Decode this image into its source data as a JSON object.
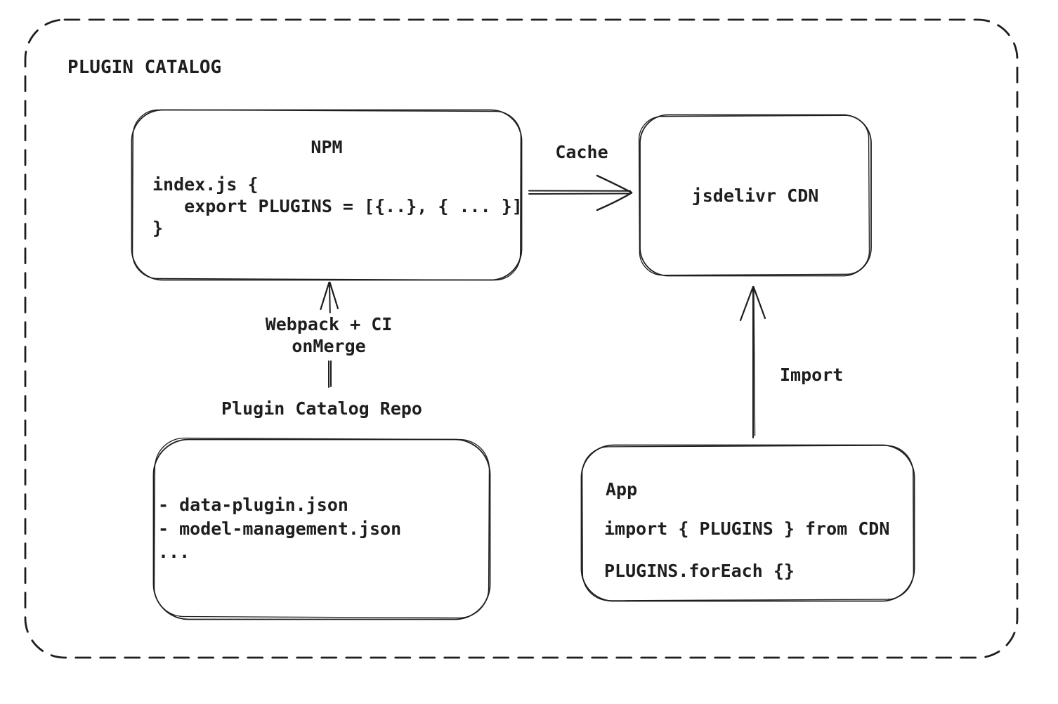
{
  "frame": {
    "title": "PLUGIN CATALOG"
  },
  "nodes": {
    "npm": {
      "title": "NPM",
      "code": [
        "index.js {",
        "   export PLUGINS = [{..}, { ... }]",
        "}"
      ]
    },
    "cdn": {
      "label": "jsdelivr CDN"
    },
    "repo": {
      "title": "Plugin Catalog Repo",
      "files": [
        "- data-plugin.json",
        "- model-management.json",
        "..."
      ]
    },
    "app": {
      "title": "App",
      "code": [
        "import { PLUGINS } from CDN",
        "PLUGINS.forEach {}"
      ]
    }
  },
  "edges": {
    "cache": {
      "label": "Cache"
    },
    "build": {
      "label": [
        "Webpack + CI",
        "onMerge"
      ]
    },
    "import": {
      "label": "Import"
    }
  },
  "colors": {
    "stroke": "#1e1e1e",
    "background": "#ffffff"
  }
}
